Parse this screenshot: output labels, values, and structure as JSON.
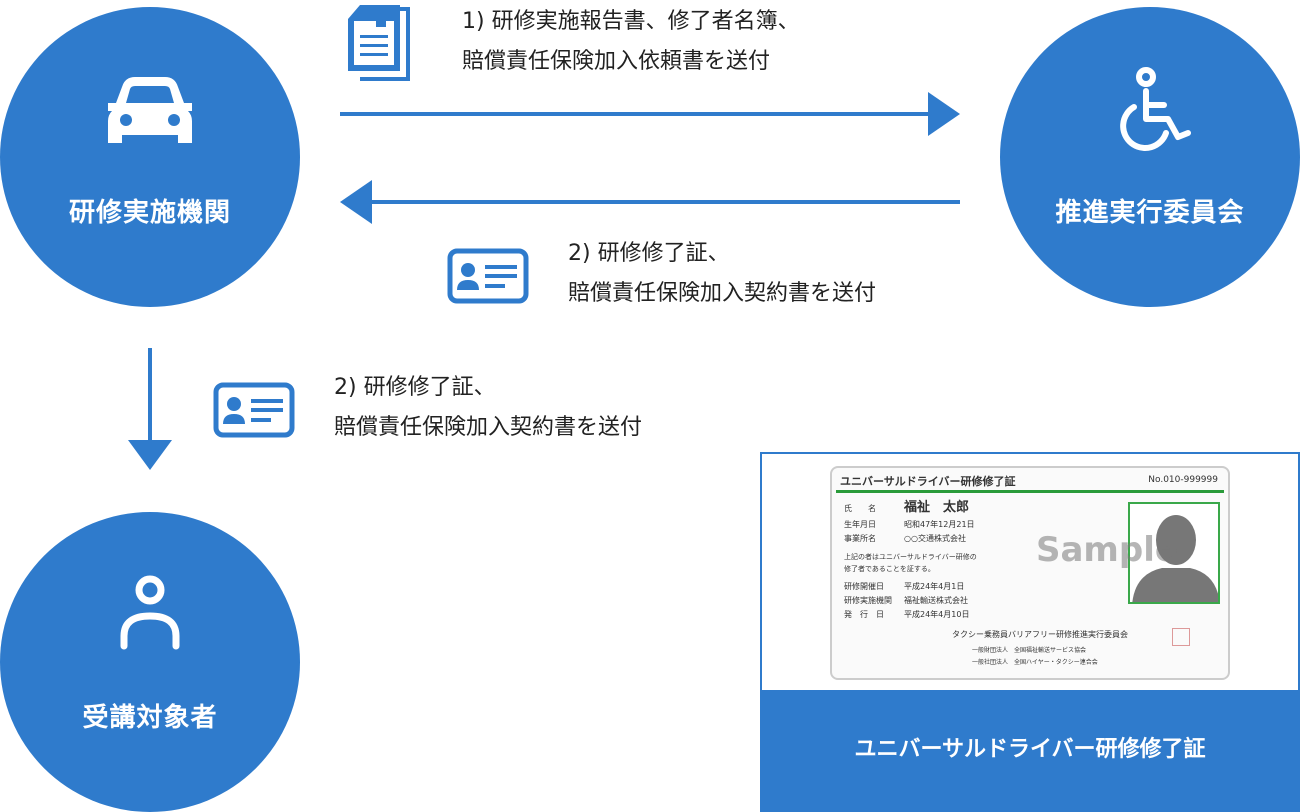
{
  "colors": {
    "accent": "#2f7bcc"
  },
  "nodes": {
    "institution": {
      "label": "研修実施機関",
      "icon": "car-icon"
    },
    "committee": {
      "label": "推進実行委員会",
      "icon": "wheelchair-icon"
    },
    "trainee": {
      "label": "受講対象者",
      "icon": "person-icon"
    }
  },
  "flows": {
    "f1": {
      "line1": "1) 研修実施報告書、修了者名簿、",
      "line2": "賠償責任保険加入依頼書を送付",
      "icon": "documents-icon"
    },
    "f2": {
      "line1": "2) 研修修了証、",
      "line2": "賠償責任保険加入契約書を送付",
      "icon": "id-card-icon"
    },
    "f3": {
      "line1": "2) 研修修了証、",
      "line2": "賠償責任保険加入契約書を送付",
      "icon": "id-card-icon"
    }
  },
  "certificate": {
    "caption": "ユニバーサルドライバー研修修了証",
    "card": {
      "title": "ユニバーサルドライバー研修修了証",
      "number": "No.010-999999",
      "name_label": "氏　　名",
      "name": "福祉　太郎",
      "birth_label": "生年月日",
      "birth": "昭和47年12月21日",
      "office_label": "事業所名",
      "office": "○○交通株式会社",
      "statement": "上記の者はユニバーサルドライバー研修の",
      "statement2": "修了者であることを証する。",
      "held_label": "研修開催日",
      "held": "平成24年4月1日",
      "org_label": "研修実施機関",
      "org": "福祉輸送株式会社",
      "issued_label": "発　行　日",
      "issued": "平成24年4月10日",
      "issuer": "タクシー乗務員バリアフリー研修推進実行委員会",
      "issuer2": "一般財団法人　全国福祉輸送サービス協会",
      "issuer3": "一般社団法人　全国ハイヤー・タクシー連合会",
      "watermark": "Sample"
    }
  }
}
